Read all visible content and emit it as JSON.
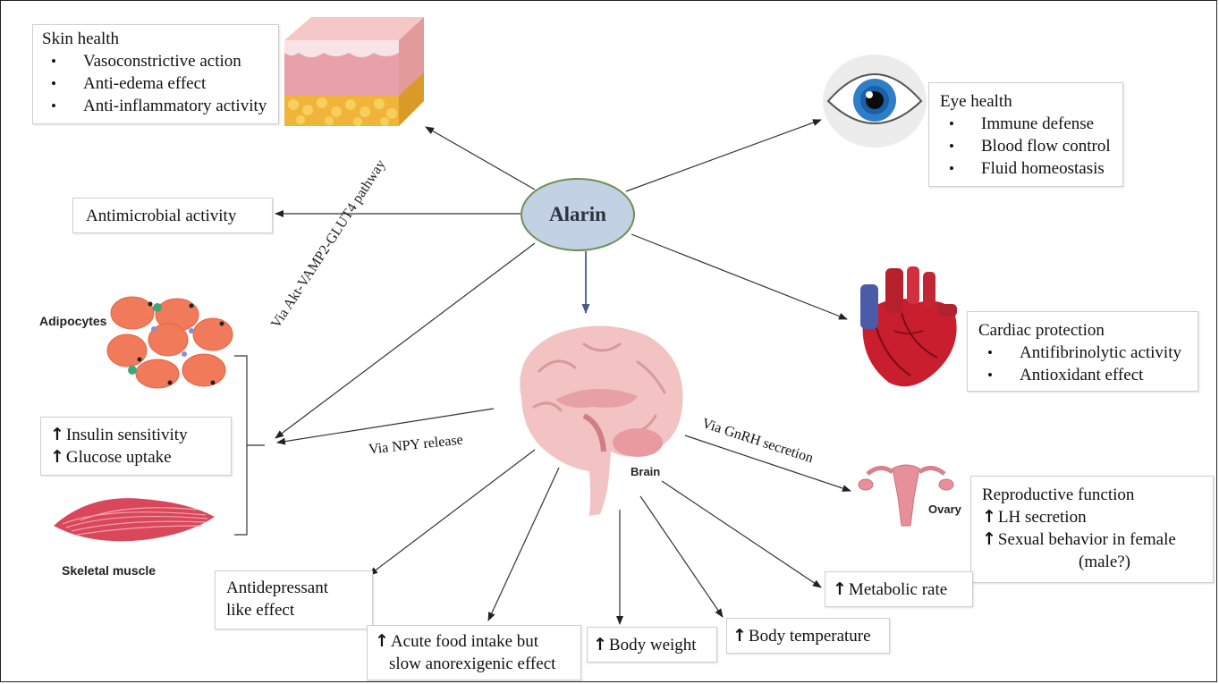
{
  "center": {
    "label": "Alarin"
  },
  "skin": {
    "title": "Skin health",
    "items": [
      "Vasoconstrictive action",
      "Anti-edema effect",
      "Anti-inflammatory activity"
    ]
  },
  "eye": {
    "title": "Eye health",
    "items": [
      "Immune defense",
      "Blood flow control",
      "Fluid homeostasis"
    ]
  },
  "antimicrobial": {
    "label": "Antimicrobial activity"
  },
  "cardiac": {
    "title": "Cardiac protection",
    "items": [
      "Antifibrinolytic activity",
      "Antioxidant effect"
    ]
  },
  "metabolic": {
    "insulin": "Insulin sensitivity",
    "glucose": "Glucose uptake"
  },
  "labels": {
    "adipocytes": "Adipocytes",
    "skeletal_muscle": "Skeletal muscle",
    "brain": "Brain",
    "ovary": "Ovary",
    "akt_pathway": "Via Akt-VAMP2-GLUT4 pathway",
    "npy": "Via NPY release",
    "gnrh": "Via GnRH secretion"
  },
  "reproductive": {
    "title": "Reproductive function",
    "lh": "LH secretion",
    "sexual": "Sexual behavior  in female",
    "male": "(male?)"
  },
  "outcomes": {
    "antidepressant_1": "Antidepressant",
    "antidepressant_2": "like effect",
    "food_1": "Acute food intake  but",
    "food_2": "slow anorexigenic effect",
    "body_weight": "Body weight",
    "body_temperature": "Body temperature",
    "metabolic_rate": "Metabolic rate"
  },
  "colors": {
    "center_fill": "#c2d1e4",
    "center_border": "#6e8f56",
    "arrow": "#333333",
    "brain_arrow": "#4a5a8a"
  }
}
